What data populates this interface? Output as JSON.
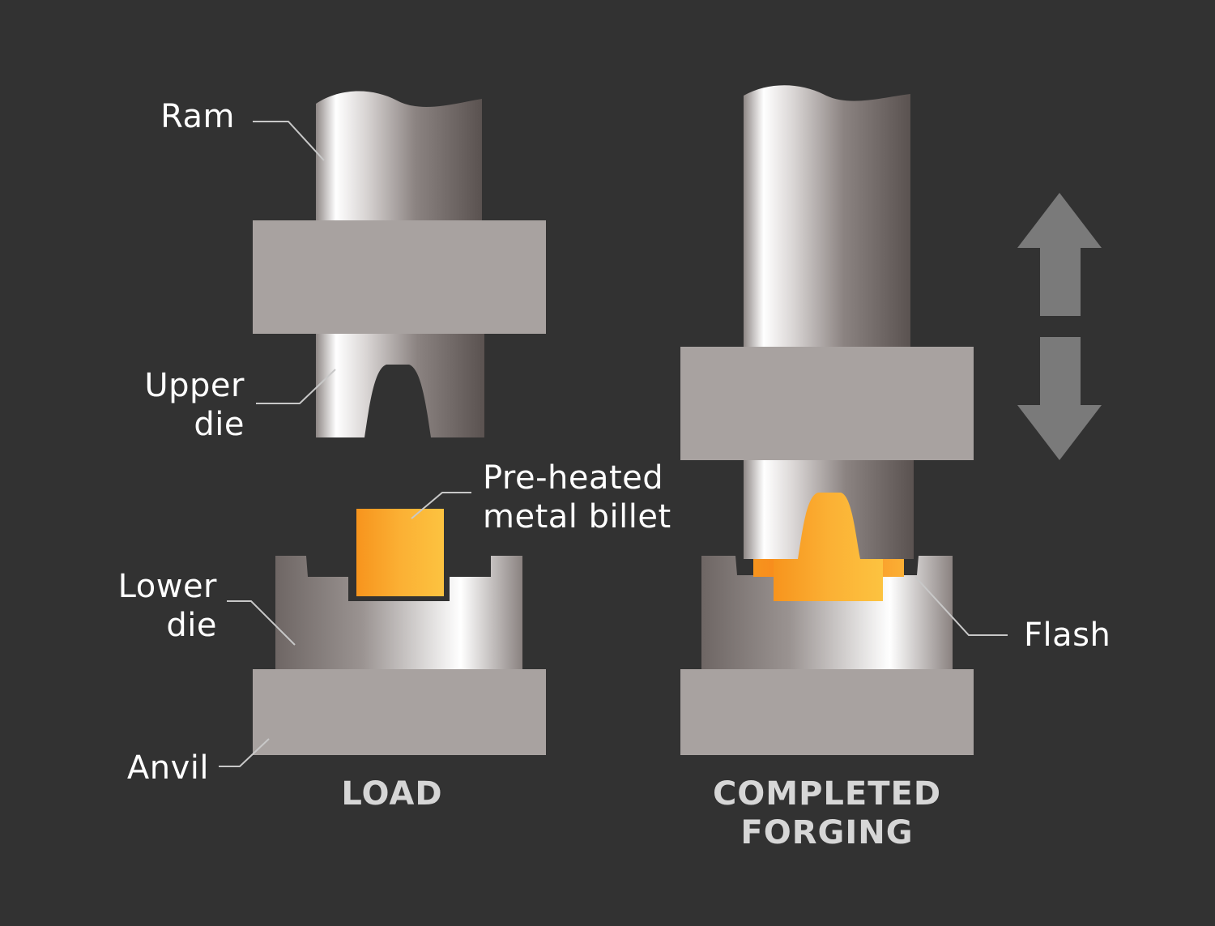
{
  "labels": {
    "ram": "Ram",
    "upper_die": [
      "Upper",
      "die"
    ],
    "billet": [
      "Pre-heated",
      "metal billet"
    ],
    "lower_die": [
      "Lower",
      "die"
    ],
    "anvil": "Anvil",
    "flash": "Flash"
  },
  "stages": {
    "load": "LOAD",
    "completed": [
      "COMPLETED",
      "FORGING"
    ]
  },
  "colors": {
    "background": "#323232",
    "plate": "#a8a2a0",
    "billet": "#f7a524",
    "label_text": "#ffffff",
    "stage_text": "#d6d6d6",
    "arrow": "#7a7a7a"
  },
  "icons": {
    "press_motion": "up-down-arrow-icon"
  }
}
